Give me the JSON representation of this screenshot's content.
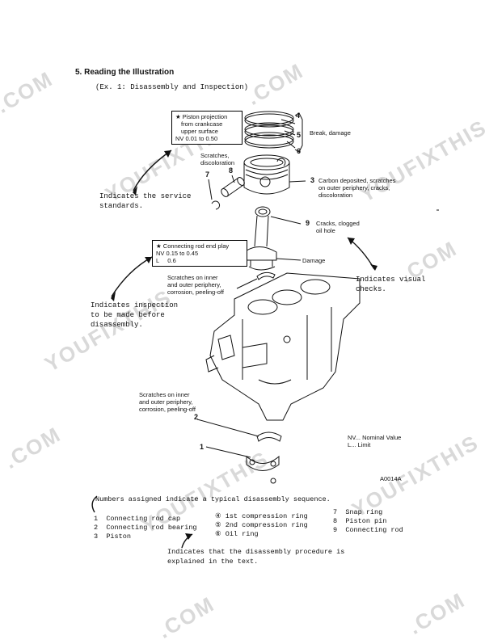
{
  "heading": "5. Reading the Illustration",
  "subheading": "(Ex. 1:  Disassembly and Inspection)",
  "watermarks": [
    "YOUFIXTHIS",
    ".COM"
  ],
  "callouts": {
    "piston_projection": [
      "★ Piston projection",
      "from crankcase",
      "upper surface",
      "NV  0.01 to 0.50"
    ],
    "rod_end_play": [
      "★ Connecting rod end play",
      "NV  0.15 to 0.45",
      "L     0.6"
    ]
  },
  "part_numbers": {
    "n1": "1",
    "n2": "2",
    "n3": "3",
    "n4": "4",
    "n5": "5",
    "n6": "6",
    "n7": "7",
    "n8": "8",
    "n9": "9"
  },
  "labels": {
    "break_damage": "Break, damage",
    "scratches_discoloration": [
      "Scratches,",
      "discoloration"
    ],
    "carbon": [
      "Carbon deposited, scratches",
      "on outer periphery, cracks,",
      "discoloration"
    ],
    "cracks": [
      "Cracks, clogged",
      "oil hole"
    ],
    "damage": "Damage",
    "scratches_inner_1": [
      "Scratches on inner",
      "and outer periphery,",
      "corrosion, peeling-off"
    ],
    "scratches_inner_2": [
      "Scratches on inner",
      "and outer periphery,",
      "corrosion, peeling-off"
    ]
  },
  "notes": {
    "service_standards": [
      "Indicates the service",
      "standards."
    ],
    "visual_checks": [
      "Indicates visual",
      "checks."
    ],
    "inspection": [
      "Indicates inspection",
      "to be made before",
      "disassembly."
    ],
    "nv": "NV... Nominal Value",
    "l": "L... Limit",
    "figure_code": "A0014A",
    "sequence": "Numbers assigned indicate a typical disassembly sequence.",
    "procedure": [
      "Indicates that the disassembly procedure is",
      "explained in the text."
    ]
  },
  "legend": [
    {
      "num": "1",
      "label": "Connecting rod cap"
    },
    {
      "num": "2",
      "label": "Connecting rod bearing"
    },
    {
      "num": "3",
      "label": "Piston"
    },
    {
      "num": "④",
      "label": "1st compression ring"
    },
    {
      "num": "⑤",
      "label": "2nd compression ring"
    },
    {
      "num": "⑥",
      "label": "Oil ring"
    },
    {
      "num": "7",
      "label": "Snap ring"
    },
    {
      "num": "8",
      "label": "Piston pin"
    },
    {
      "num": "9",
      "label": "Connecting rod"
    }
  ]
}
